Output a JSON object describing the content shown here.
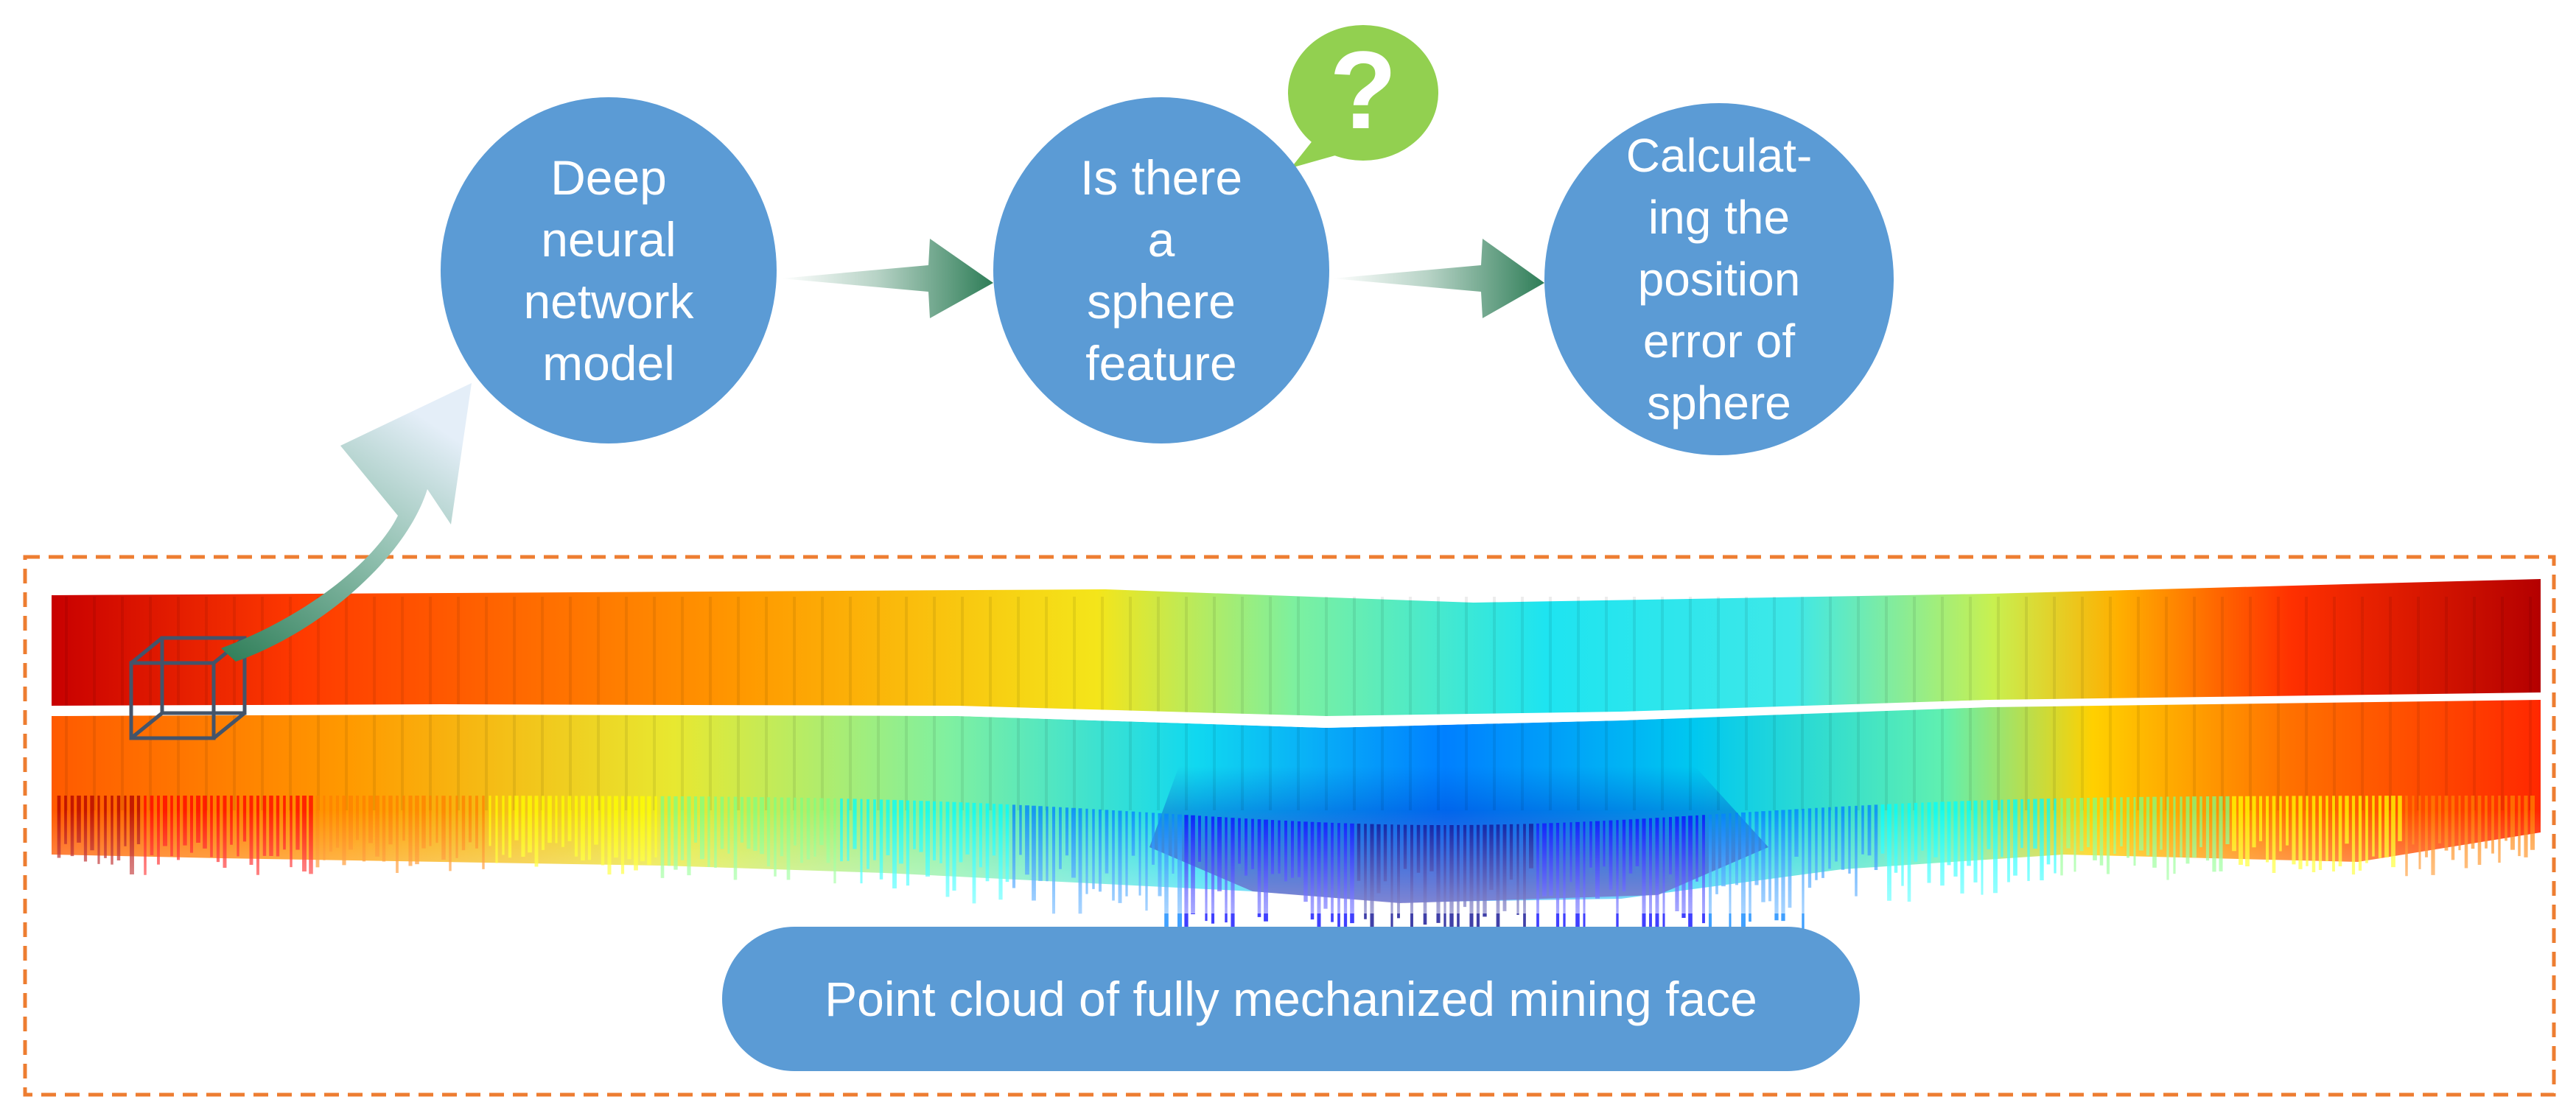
{
  "diagram": {
    "nodes": [
      {
        "id": "node1",
        "label": "Deep\nneural\nnetwork\nmodel"
      },
      {
        "id": "node2",
        "label": "Is there\na\nsphere\nfeature"
      },
      {
        "id": "node3",
        "label": "Calculat-\ning the\nposition\nerror of\nsphere"
      }
    ],
    "question_mark": "?",
    "point_cloud_label": "Point cloud of fully mechanized mining face",
    "colors": {
      "node_fill": "#5b9bd5",
      "node_text": "#ffffff",
      "bubble_fill": "#92d050",
      "arrow_dark": "#2e7d57",
      "arrow_light": "#dbe8f5",
      "dashed_border": "#ed7d31",
      "cube_stroke": "#44546a"
    },
    "point_cloud_colormap": [
      "#00008b",
      "#0000ff",
      "#0080ff",
      "#00ffff",
      "#80ff80",
      "#ffff00",
      "#ff8000",
      "#ff0000",
      "#b00000"
    ]
  }
}
